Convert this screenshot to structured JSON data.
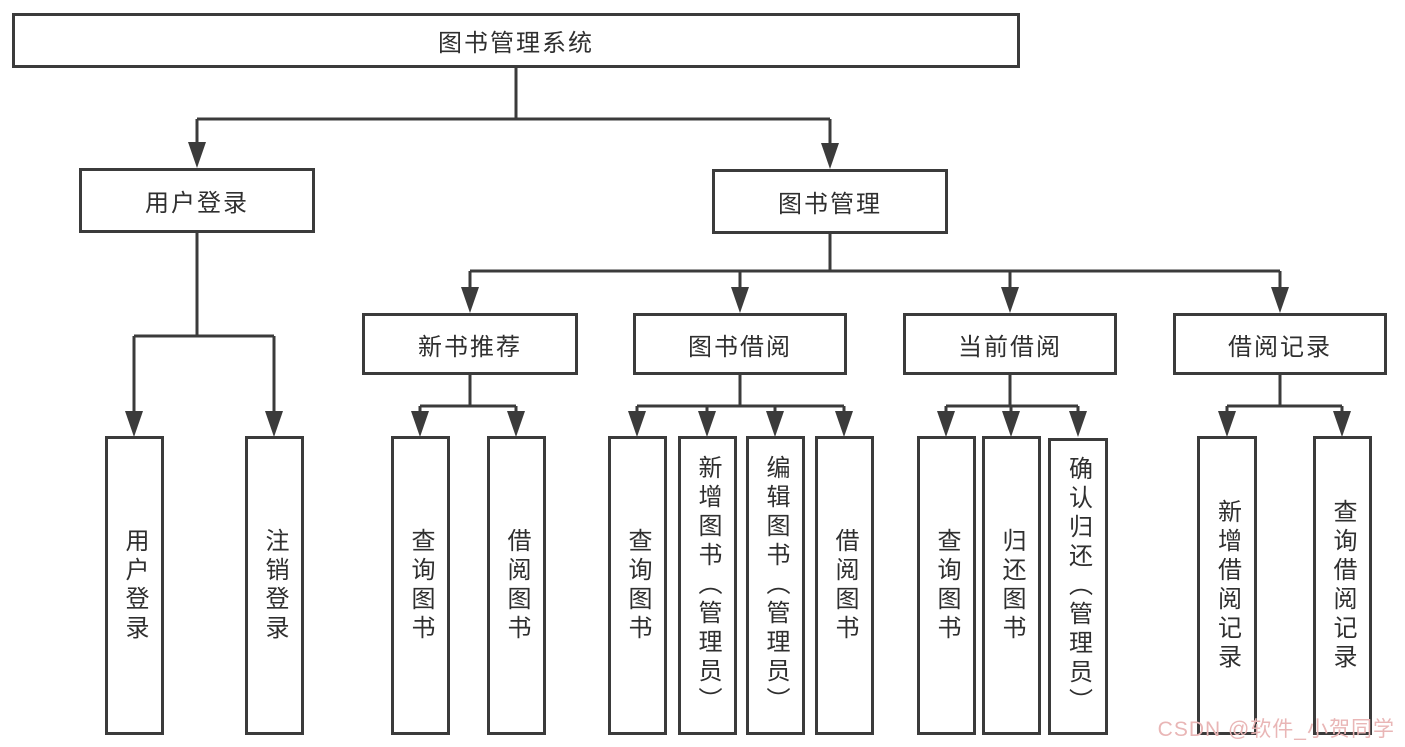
{
  "tree": {
    "root": {
      "label": "图书管理系统"
    },
    "level1": [
      {
        "label": "用户登录"
      },
      {
        "label": "图书管理"
      }
    ],
    "level2": [
      {
        "label": "新书推荐",
        "parent": "图书管理"
      },
      {
        "label": "图书借阅",
        "parent": "图书管理"
      },
      {
        "label": "当前借阅",
        "parent": "图书管理"
      },
      {
        "label": "借阅记录",
        "parent": "图书管理"
      }
    ],
    "leaves": [
      {
        "label": "用户登录",
        "parent": "用户登录"
      },
      {
        "label": "注销登录",
        "parent": "用户登录"
      },
      {
        "label": "查询图书",
        "parent": "新书推荐"
      },
      {
        "label": "借阅图书",
        "parent": "新书推荐"
      },
      {
        "label": "查询图书",
        "parent": "图书借阅"
      },
      {
        "label": "新增图书（管理员）",
        "parent": "图书借阅"
      },
      {
        "label": "编辑图书（管理员）",
        "parent": "图书借阅"
      },
      {
        "label": "借阅图书",
        "parent": "图书借阅"
      },
      {
        "label": "查询图书",
        "parent": "当前借阅"
      },
      {
        "label": "归还图书",
        "parent": "当前借阅"
      },
      {
        "label": "确认归还（管理员）",
        "parent": "当前借阅"
      },
      {
        "label": "新增借阅记录",
        "parent": "借阅记录"
      },
      {
        "label": "查询借阅记录",
        "parent": "借阅记录"
      }
    ]
  },
  "watermark": {
    "text": "CSDN @软件_小贺同学",
    "color": "#e9b6b6"
  },
  "colors": {
    "line": "#3b3b3b",
    "text": "#2f2f2f",
    "background": "#ffffff"
  }
}
